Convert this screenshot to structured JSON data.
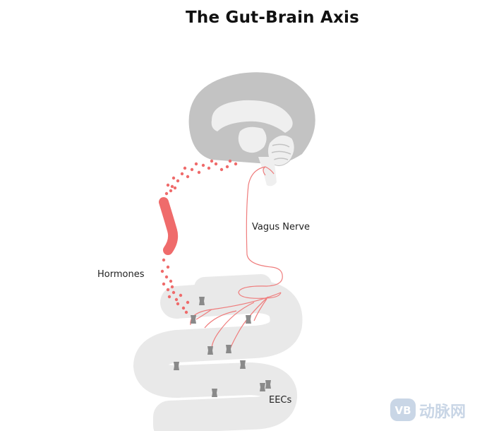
{
  "title": "The Gut-Brain Axis",
  "labels": {
    "vagus_nerve": "Vagus Nerve",
    "hormones": "Hormones",
    "eecs": "EECs"
  },
  "watermark": {
    "text": "动脉网",
    "logo_letters": "VB"
  },
  "colors": {
    "organ_gray": "#e9e9e9",
    "brain_gray": "#c3c3c3",
    "brain_light": "#efefef",
    "nerve": "#ef7c7c",
    "hormone": "#ef6b6b",
    "eec": "#8a8a8a",
    "watermark": "#c9d6e6"
  }
}
